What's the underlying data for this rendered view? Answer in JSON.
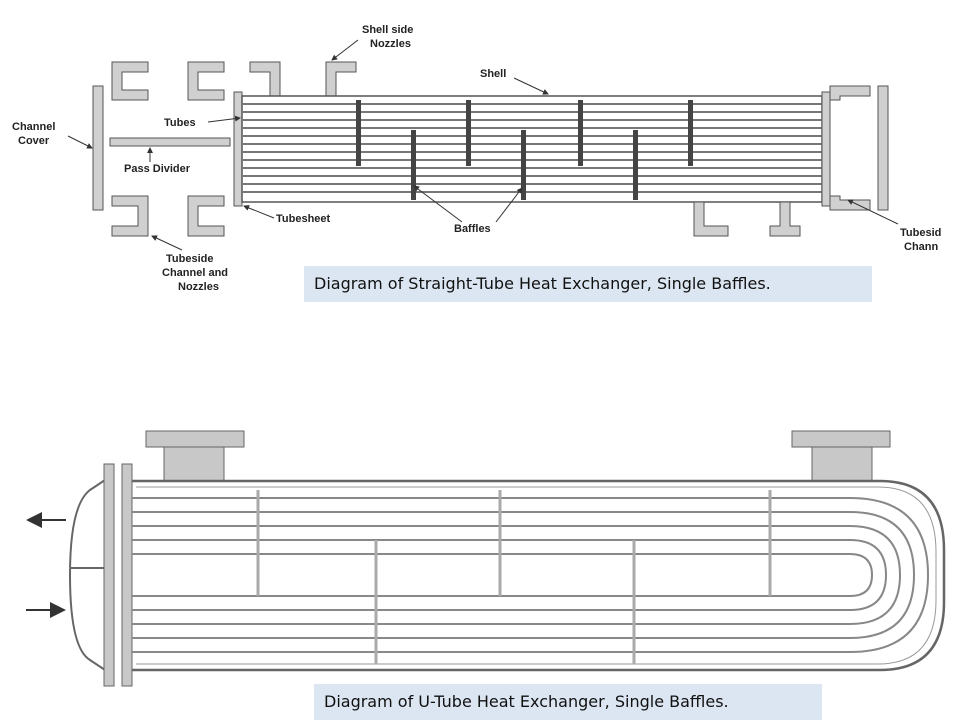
{
  "diagram1": {
    "caption": "Diagram of Straight-Tube Heat Exchanger, Single Baffles.",
    "labels": {
      "shell_side_nozzles_1": "Shell side",
      "shell_side_nozzles_2": "Nozzles",
      "shell": "Shell",
      "channel_cover_1": "Channel",
      "channel_cover_2": "Cover",
      "tubes": "Tubes",
      "pass_divider": "Pass Divider",
      "tubesheet": "Tubesheet",
      "baffles": "Baffles",
      "tubeside_channel_nozzles_1": "Tubeside",
      "tubeside_channel_nozzles_2": "Channel and",
      "tubeside_channel_nozzles_3": "Nozzles",
      "tubeside_channel_1": "Tubesid",
      "tubeside_channel_2": "Chann"
    }
  },
  "diagram2": {
    "caption": "Diagram of U-Tube Heat Exchanger, Single Baffles."
  },
  "colors": {
    "caption_bg": "#dce6f2",
    "line": "#555555",
    "part_fill": "#d0d0d0"
  }
}
